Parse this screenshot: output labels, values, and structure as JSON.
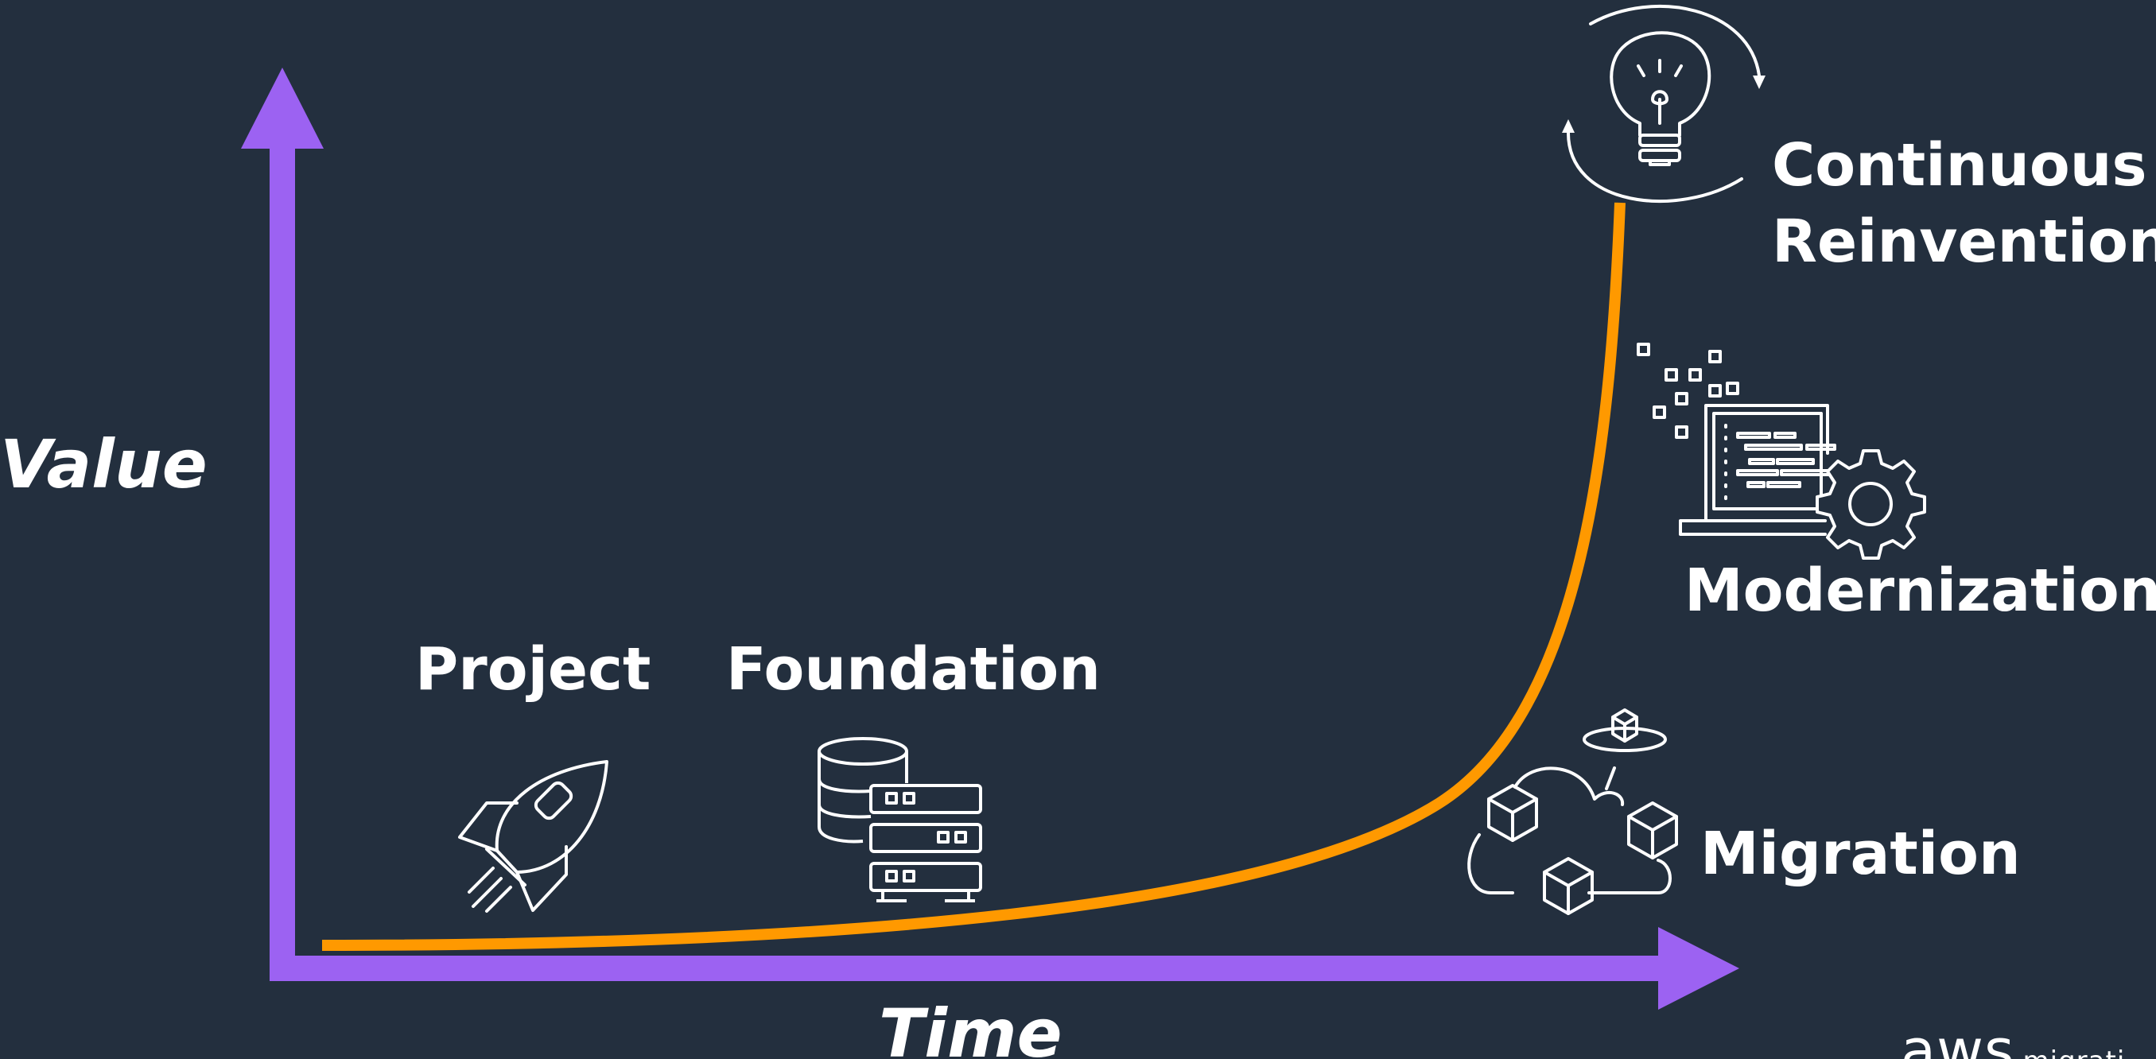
{
  "axes": {
    "y_label": "Value",
    "x_label": "Time"
  },
  "stages": [
    {
      "label": "Project",
      "icon": "rocket-icon"
    },
    {
      "label": "Foundation",
      "icon": "database-server-icon"
    },
    {
      "label": "Migration",
      "icon": "cloud-cubes-icon"
    },
    {
      "label": "Modernization",
      "icon": "laptop-gear-icon"
    },
    {
      "label_lines": [
        "Continuous",
        "Reinvention"
      ],
      "icon": "lightbulb-cycle-icon"
    }
  ],
  "brand": {
    "logo_text": "aws",
    "sub_text": "migrati"
  },
  "colors": {
    "background": "#232f3e",
    "axis": "#9c62f2",
    "curve": "#ff9900",
    "text": "#ffffff"
  }
}
